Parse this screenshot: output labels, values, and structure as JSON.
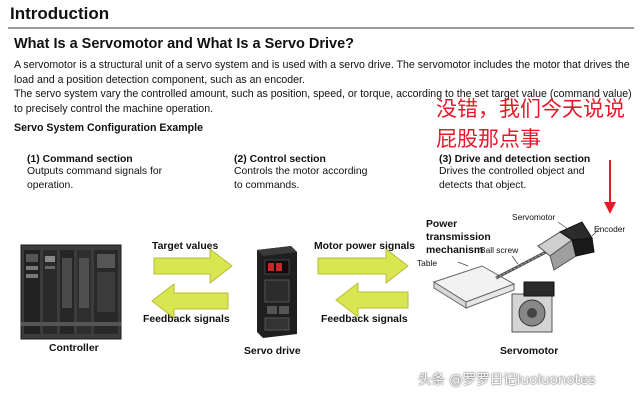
{
  "header": {
    "title": "Introduction",
    "subtitle": "What Is a Servomotor and What Is a Servo Drive?"
  },
  "intro": {
    "paragraph1": "A servomotor is a structural unit of a servo system and is used with a servo drive. The servomotor includes the motor that drives the load and a position detection component, such as an encoder.",
    "paragraph2": "The servo system vary the controlled amount, such as position, speed, or torque, according to the set target value (command value) to precisely control the machine operation."
  },
  "diagram": {
    "heading": "Servo System Configuration Example",
    "sections": [
      {
        "title": "(1) Command section",
        "desc": "Outputs command signals for operation."
      },
      {
        "title": "(2) Control section",
        "desc": "Controls the motor according to commands."
      },
      {
        "title": "(3) Drive and detection section",
        "desc": "Drives the controlled object and detects that object."
      }
    ],
    "arrows": {
      "target_values": "Target values",
      "motor_power_signals": "Motor power signals",
      "feedback_left": "Feedback signals",
      "feedback_right": "Feedback signals"
    },
    "components": {
      "controller": "Controller",
      "servo_drive": "Servo drive",
      "servomotor": "Servomotor"
    },
    "mechanism": {
      "title": "Power transmission mechanism",
      "servomotor_label": "Servomotor",
      "encoder_label": "Encoder",
      "ball_screw_label": "Ball screw",
      "table_label": "Table"
    },
    "colors": {
      "arrow_fill": "#d9e651",
      "annotation": "#e8182a"
    }
  },
  "annotation": {
    "text": "没错，我们今天说说屁股那点事"
  },
  "watermark": {
    "text": "头条 @罗罗日记luoluonotes"
  }
}
